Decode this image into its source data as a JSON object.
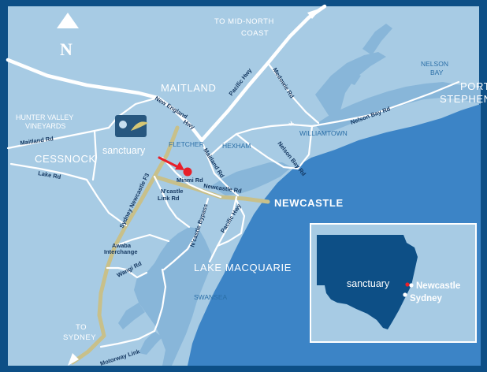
{
  "compass": {
    "label": "N"
  },
  "directions": {
    "mid_north_coast_line1": "TO MID-NORTH",
    "mid_north_coast_line2": "COAST",
    "sydney_line1": "TO",
    "sydney_line2": "SYDNEY"
  },
  "towns": {
    "maitland": "MAITLAND",
    "cessnock": "CESSNOCK",
    "newcastle": "NEWCASTLE",
    "lake_macquarie": "LAKE MACQUARIE",
    "port_stephens_line1": "PORT",
    "port_stephens_line2": "STEPHENS",
    "hunter_valley_line1": "HUNTER VALLEY",
    "hunter_valley_line2": "VINEYARDS"
  },
  "places": {
    "fletcher": "FLETCHER",
    "hexham": "HEXHAM",
    "williamtown": "WILLIAMTOWN",
    "swansea": "SWANSEA",
    "nelson_bay_line1": "NELSON",
    "nelson_bay_line2": "BAY",
    "awaba_line1": "Awaba",
    "awaba_line2": "Interchange"
  },
  "roads": {
    "pacific_hwy_north": "Pacific Hwy",
    "medowie_rd": "Medowie Rd",
    "new_england_hwy_line1": "New England",
    "new_england_hwy_line2": "Hwy",
    "maitland_rd_left": "Maitland Rd",
    "maitland_rd_center": "Maitland Rd",
    "lake_rd": "Lake Rd",
    "sydney_newcastle_f3": "Sydney Newcastle F3",
    "minmi_rd": "Minmi Rd",
    "ncastle_link_rd_line1": "N'castle",
    "ncastle_link_rd_line2": "Link Rd",
    "newcastle_rd": "Newcastle Rd",
    "nelson_bay_rd_lower": "Nelson Bay Rd",
    "nelson_bay_rd_upper": "Nelson Bay Rd",
    "ncastle_bypass": "N'castle Bypass",
    "pacific_hwy_south": "Pacific Hwy",
    "wangi_rd": "Wangi Rd",
    "motorway_link": "Motorway Link"
  },
  "brand": {
    "name": "sanctuary"
  },
  "inset": {
    "brand": "sanctuary",
    "newcastle": "Newcastle",
    "sydney": "Sydney"
  },
  "colors": {
    "border": "#0d4f86",
    "land": "#a7cbe4",
    "ocean": "#3c84c6",
    "road": "#ffffff",
    "motorway": "#c8c08a",
    "marker": "#e8202a",
    "inset_land": "#0d4f86"
  }
}
